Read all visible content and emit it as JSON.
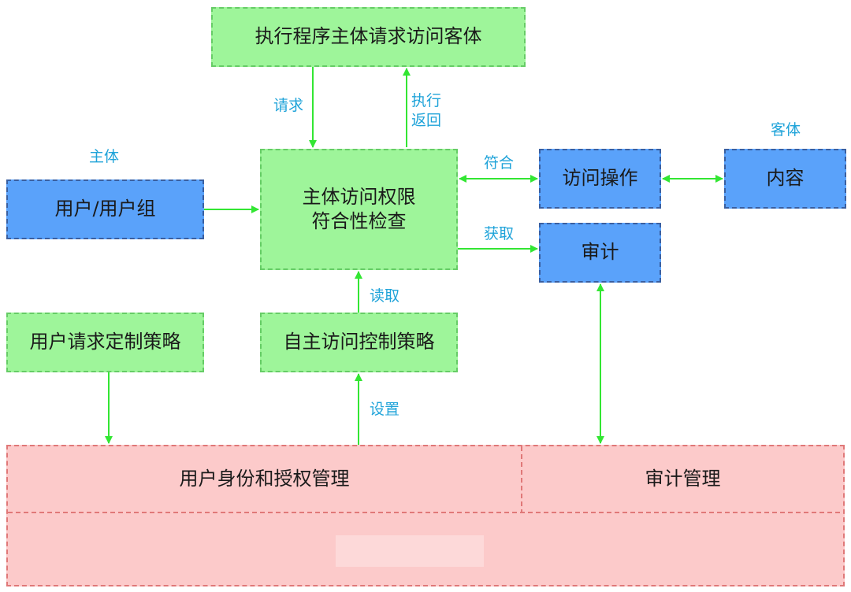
{
  "boxes": {
    "top_request": "执行程序主体请求访问客体",
    "check": "主体访问权限\n符合性检查",
    "user_group": "用户/用户组",
    "access_op": "访问操作",
    "content": "内容",
    "audit": "审计",
    "user_policy": "用户请求定制策略",
    "dac_policy": "自主访问控制策略",
    "identity_mgmt": "用户身份和授权管理",
    "audit_mgmt": "审计管理"
  },
  "labels": {
    "request": "请求",
    "exec_return": "执行\n返回",
    "subject": "主体",
    "object": "客体",
    "conform": "符合",
    "fetch": "获取",
    "read": "读取",
    "setup": "设置"
  },
  "colors": {
    "green_fill": "#9ef59a",
    "blue_fill": "#5aa2fa",
    "pink_fill": "#fccaca",
    "arrow": "#33e633",
    "label_text": "#1fa3d9"
  }
}
